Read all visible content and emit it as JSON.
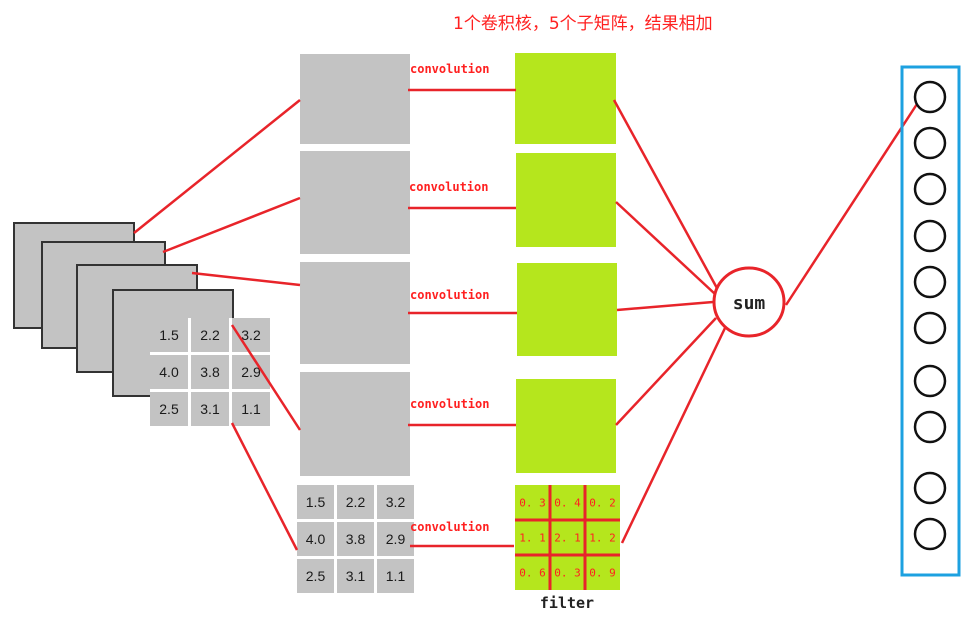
{
  "title": "1个卷积核，5个子矩阵，结果相加",
  "conv_label": "convolution",
  "sum_label": "sum",
  "filter_label": "filter",
  "input_matrix": [
    [
      "1.5",
      "2.2",
      "3.2"
    ],
    [
      "4.0",
      "3.8",
      "2.9"
    ],
    [
      "2.5",
      "3.1",
      "1.1"
    ]
  ],
  "sub_matrix": [
    [
      "1.5",
      "2.2",
      "3.2"
    ],
    [
      "4.0",
      "3.8",
      "2.9"
    ],
    [
      "2.5",
      "3.1",
      "1.1"
    ]
  ],
  "filter_matrix": [
    [
      "0.3",
      "0.4",
      "0.2"
    ],
    [
      "1.1",
      "2.1",
      "1.2"
    ],
    [
      "0.6",
      "0.3",
      "0.9"
    ]
  ],
  "output_neuron_count": 10,
  "colors": {
    "line": "#e8242a",
    "gray": "#c3c3c3",
    "green": "#b5e61d",
    "output_border": "#1da1e0"
  }
}
